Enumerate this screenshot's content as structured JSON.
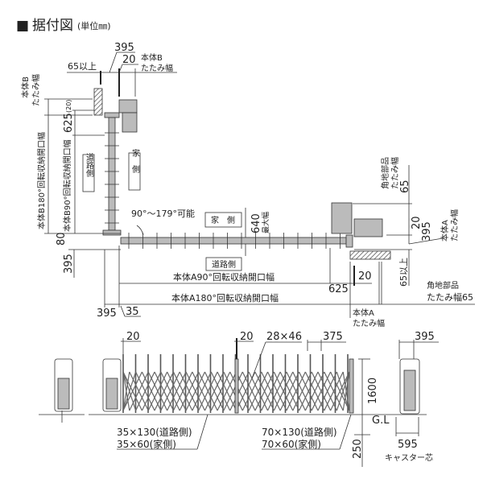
{
  "title": {
    "marker": "■",
    "main": "据付図",
    "unit": "(単位㎜)"
  },
  "plan": {
    "top": {
      "d395": "395",
      "d20": "20",
      "min65": "65以上",
      "bodyB": "本体B",
      "foldWidth": "たたみ幅"
    },
    "left": {
      "bodyB": "本体B",
      "foldWidth": "たたみ幅",
      "b180": "本体B180°回転収納開口幅",
      "b90": "本体B90°回転収納開口幅",
      "d625": "625",
      "d20p": "(20)",
      "d80": "80",
      "d395": "395"
    },
    "labels": {
      "roadSideV": "道路側",
      "houseSideV": "家　側",
      "angle": "90°～179°可能",
      "houseSideH": "家　側",
      "roadSideH": "道路側",
      "d640": "640",
      "maxWidth": "最大幅"
    },
    "bottom": {
      "a90": "本体A90°回転収納開口幅",
      "a180": "本体A180°回転収納開口幅",
      "d625": "625",
      "d20": "20",
      "d395": "395",
      "d35": "35",
      "bodyA": "本体A",
      "foldWidth": "たたみ幅"
    },
    "right": {
      "cornerParts": "角地部品",
      "cornerFold": "たたみ幅",
      "d65": "65",
      "d20": "20",
      "d395": "395",
      "bodyA": "本体A",
      "foldWidth": "たたみ幅",
      "min65": "65以上",
      "cornerParts2": "角地部品",
      "cornerFold65": "たたみ幅65"
    }
  },
  "elevation": {
    "d20a": "20",
    "d20b": "20",
    "lattice": "28×46",
    "d375": "375",
    "d395": "395",
    "d1600": "1600",
    "gl": "G.L",
    "d250": "250",
    "postA1": "35×130(道路側)",
    "postA2": "35×60(家側)",
    "postB1": "70×130(道路側)",
    "postB2": "70×60(家側)",
    "d595": "595",
    "caster": "キャスター芯"
  }
}
